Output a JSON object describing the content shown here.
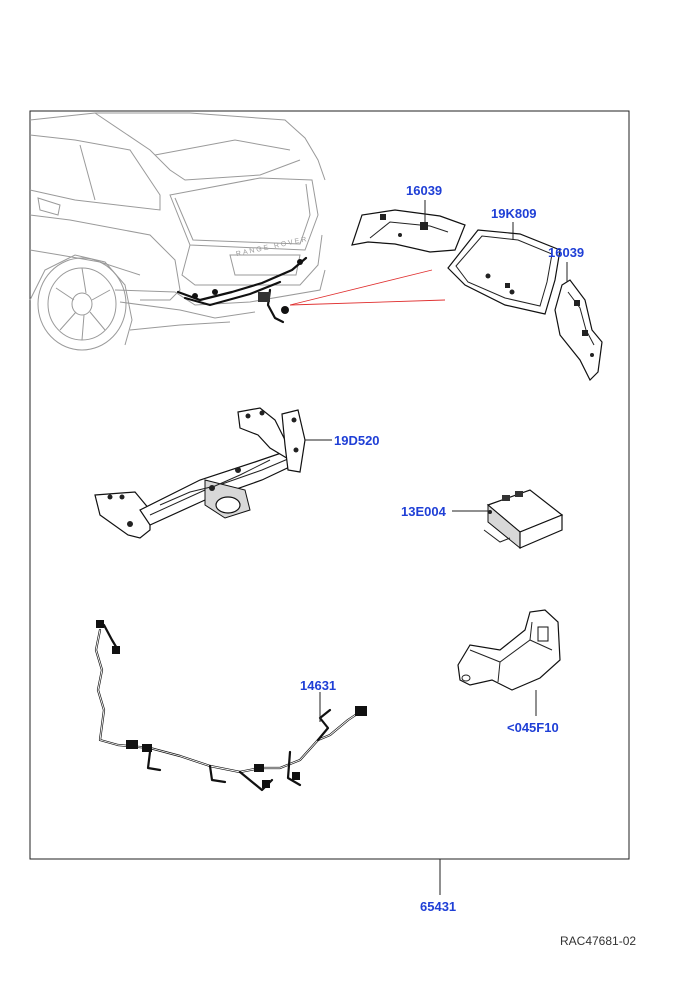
{
  "diagram": {
    "callouts": {
      "bracket_left": "16039",
      "trim_panel": "19K809",
      "bracket_right": "16039",
      "tow_bar": "19D520",
      "control_module": "13E004",
      "wiring_harness": "14631",
      "cover": "<045F10",
      "kit": "65431"
    },
    "reference_code": "RAC47681-02",
    "colors": {
      "callout_text": "#1f3fd6",
      "indicator_lines": "#e03030",
      "outline": "#111111"
    },
    "badge_text": "RANGE ROVER"
  }
}
